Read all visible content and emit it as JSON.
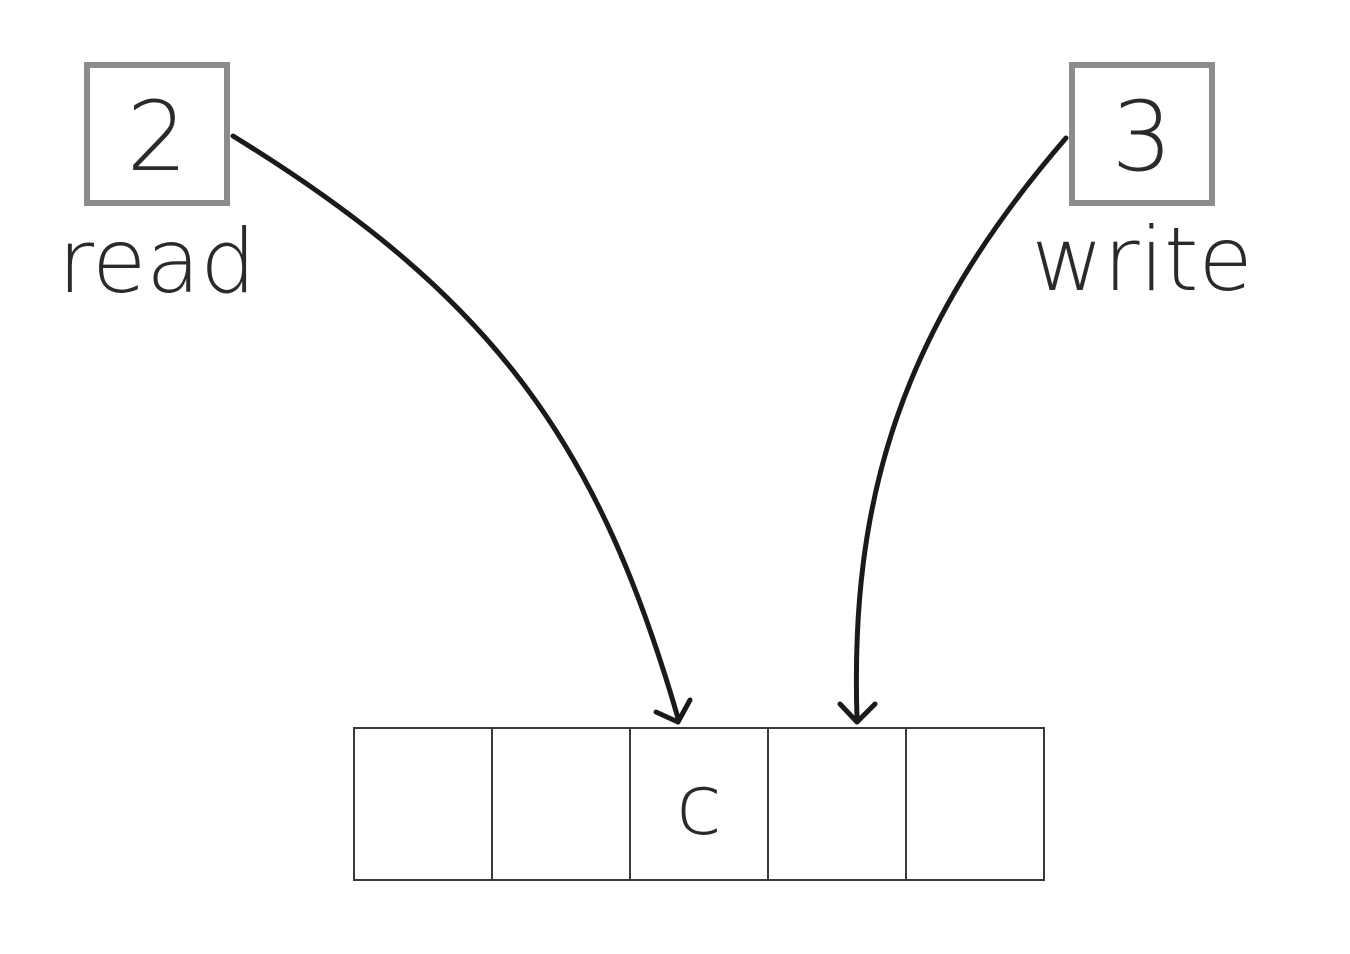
{
  "read_pointer": {
    "value": "2",
    "label": "read",
    "target_index": 2
  },
  "write_pointer": {
    "value": "3",
    "label": "write",
    "target_index": 3
  },
  "buffer": {
    "cells": [
      "",
      "",
      "c",
      "",
      ""
    ]
  },
  "colors": {
    "pointer_border": "#8c8c8c",
    "cell_border": "#3a3a3a",
    "arrow": "#1a1a1a",
    "text": "#2a2a2a"
  }
}
